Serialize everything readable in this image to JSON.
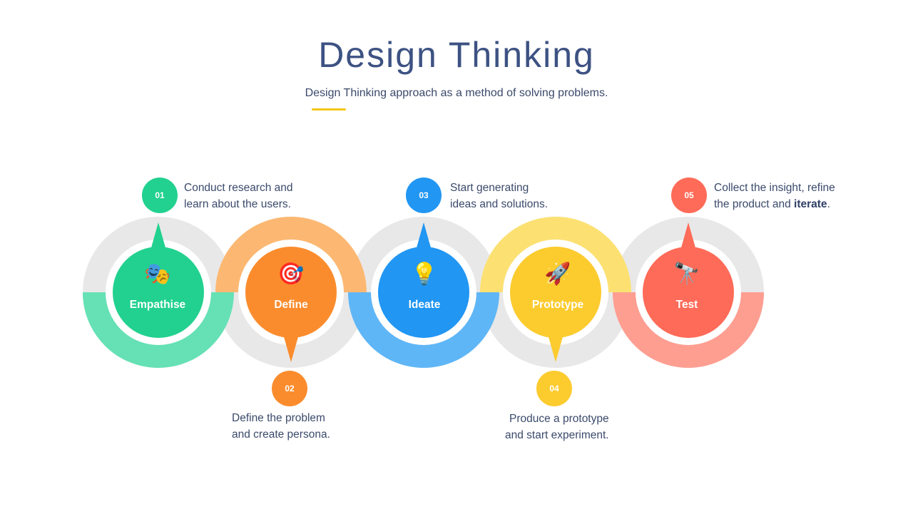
{
  "header": {
    "title": "Design Thinking",
    "subtitle": "Design Thinking approach as a method of solving problems."
  },
  "colors": {
    "accent_underline": "#f5c518",
    "ring_gray": "#e8e8e8",
    "empathise": "#22d18f",
    "define": "#fb8c2d",
    "ideate": "#2196f3",
    "prototype": "#fccb2e",
    "test": "#fe6b58"
  },
  "steps": [
    {
      "number": "01",
      "label": "Empathise",
      "icon": "performing-arts-masks-icon",
      "glyph": "🎭",
      "description_line1": "Conduct research and",
      "description_line2": "learn about the users.",
      "color": "#22d18f",
      "ring_color": "#5ee0b2"
    },
    {
      "number": "02",
      "label": "Define",
      "icon": "target-dart-icon",
      "glyph": "🎯",
      "description_line1": "Define the problem",
      "description_line2": "and create persona.",
      "color": "#fb8c2d",
      "ring_color": "#fdb56c"
    },
    {
      "number": "03",
      "label": "Ideate",
      "icon": "light-bulb-icon",
      "glyph": "💡",
      "description_line1": "Start generating",
      "description_line2": "ideas and solutions.",
      "color": "#2196f3",
      "ring_color": "#57b3f7"
    },
    {
      "number": "04",
      "label": "Prototype",
      "icon": "rocket-icon",
      "glyph": "🚀",
      "description_line1": "Produce a prototype",
      "description_line2": "and start experiment.",
      "color": "#fccb2e",
      "ring_color": "#fde06b"
    },
    {
      "number": "05",
      "label": "Test",
      "icon": "telescope-icon",
      "glyph": "🔭",
      "description_line1": "Collect the insight, refine",
      "description_line2_prefix": "the product and ",
      "description_line2_bold": "iterate",
      "description_line2_suffix": ".",
      "color": "#fe6b58",
      "ring_color": "#ff9a8c"
    }
  ]
}
